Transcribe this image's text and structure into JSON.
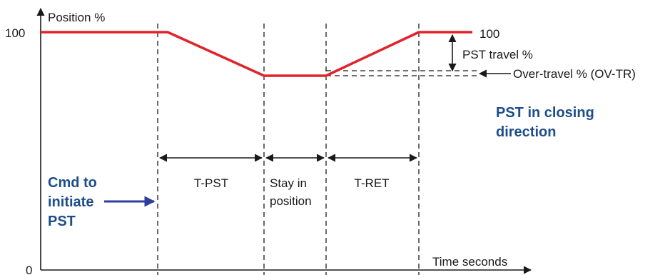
{
  "axes": {
    "y_label": "Position %",
    "x_label": "Time seconds",
    "y_tick_top": "100",
    "y_tick_bottom": "0"
  },
  "curve": {
    "label_end": "100",
    "color": "#e0242c"
  },
  "annotations": {
    "pst_travel": "PST travel %",
    "over_travel": "Over-travel % (OV-TR)",
    "title_line1": "PST in closing",
    "title_line2": "direction",
    "cmd_line1": "Cmd to",
    "cmd_line2": "initiate",
    "cmd_line3": "PST",
    "cmd_color": "#2f3e9a",
    "title_color": "#1d4e89"
  },
  "phases": {
    "t_pst": "T-PST",
    "stay_line1": "Stay in",
    "stay_line2": "position",
    "t_ret": "T-RET"
  }
}
